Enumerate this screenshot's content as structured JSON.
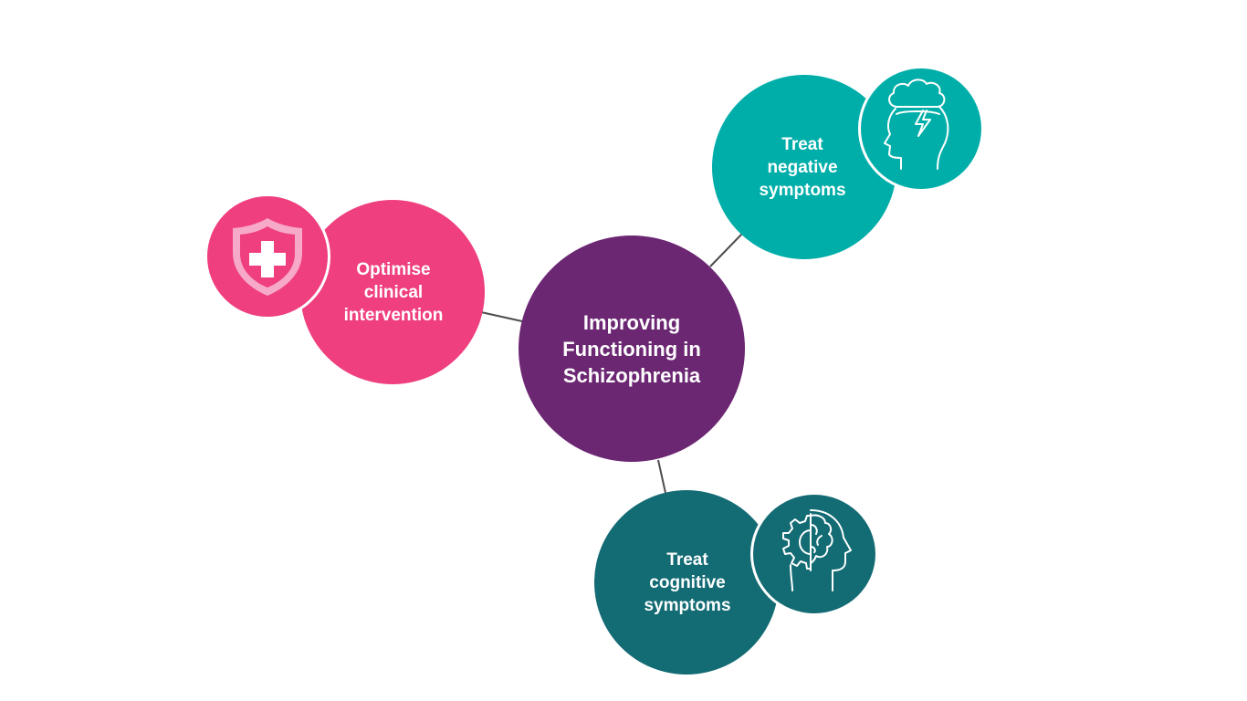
{
  "center": {
    "lines": [
      "Improving",
      "Functioning in",
      "Schizophrenia"
    ],
    "color": "#6c2773"
  },
  "nodes": [
    {
      "id": "clinical",
      "lines": [
        "Optimise",
        "clinical",
        "intervention"
      ],
      "color": "#ef3f7f",
      "icon": "shield-cross-icon"
    },
    {
      "id": "negative",
      "lines": [
        "Treat",
        "negative",
        "symptoms"
      ],
      "color": "#00aea9",
      "icon": "head-storm-cloud-icon"
    },
    {
      "id": "cognitive",
      "lines": [
        "Treat",
        "cognitive",
        "symptoms"
      ],
      "color": "#136b74",
      "icon": "head-gear-brain-icon"
    }
  ],
  "connector_color": "#4d4d4d"
}
